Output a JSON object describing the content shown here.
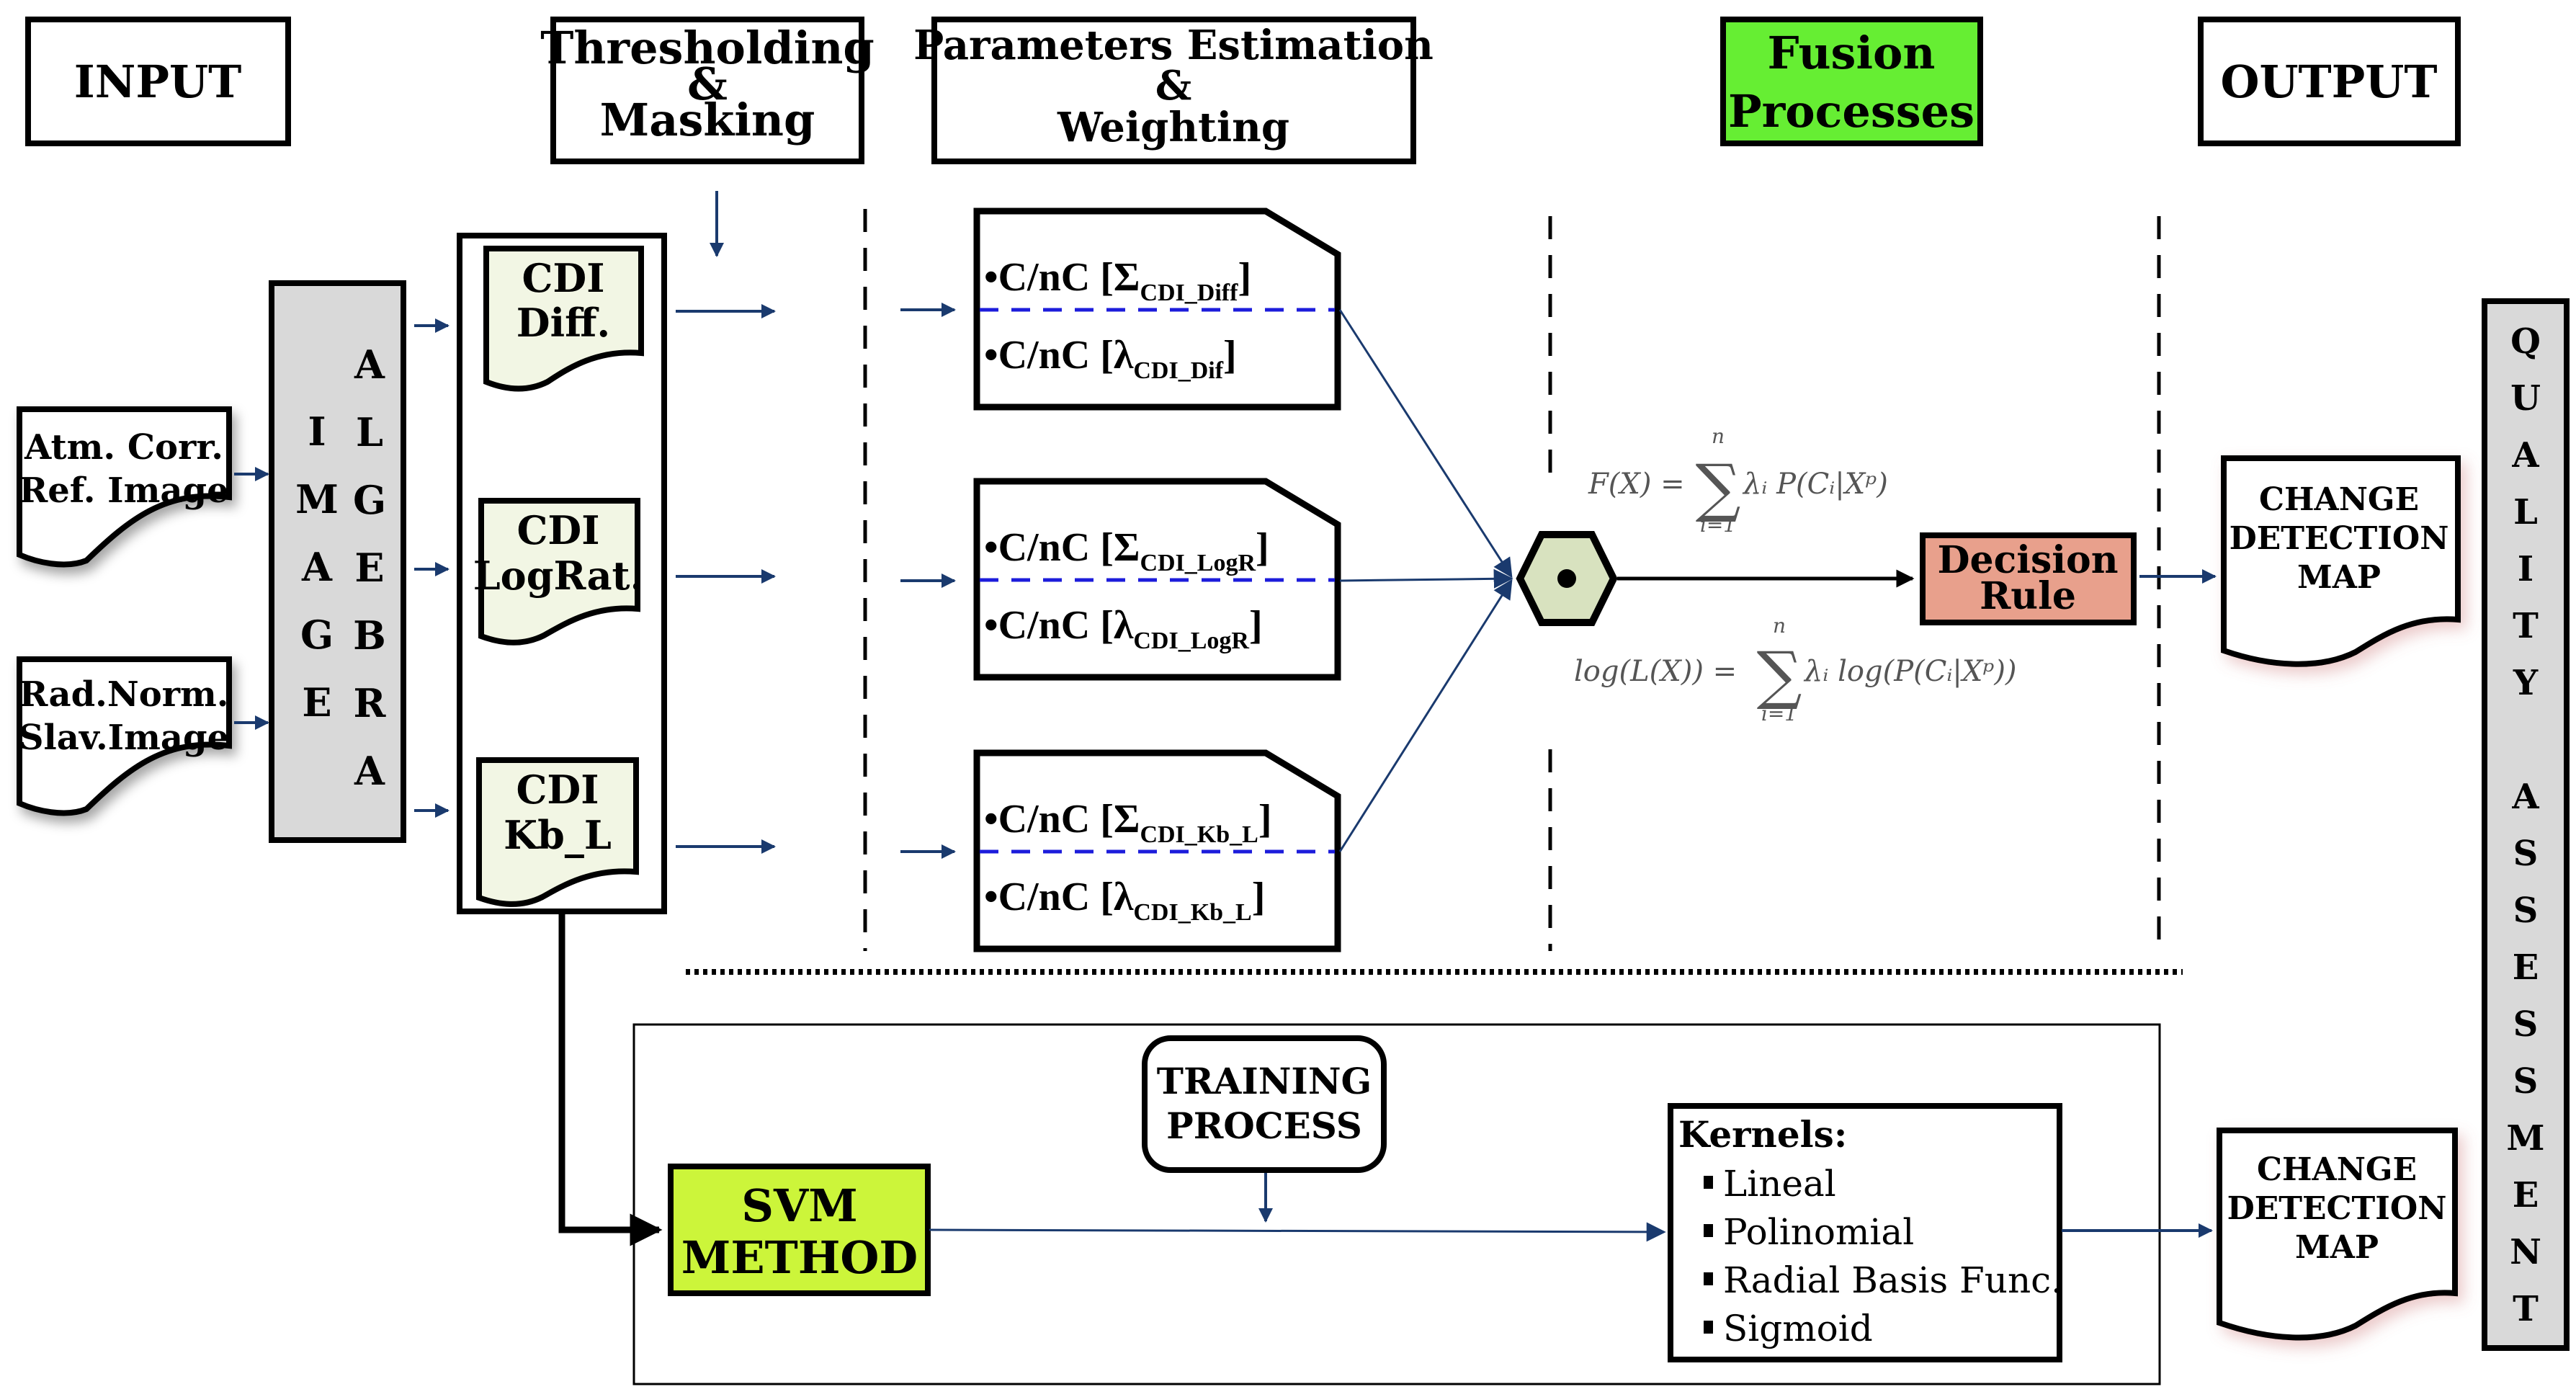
{
  "headers": {
    "input": "INPUT",
    "thresholding": [
      "Thresholding",
      "&",
      "Masking"
    ],
    "parameters": [
      "Parameters Estimation",
      "&",
      "Weighting"
    ],
    "fusion": [
      "Fusion",
      "Processes"
    ],
    "output": "OUTPUT"
  },
  "inputs": [
    {
      "lines": [
        "Atm. Corr.",
        "Ref. Image"
      ]
    },
    {
      "lines": [
        "Rad.Norm.",
        "Slav.Image"
      ]
    }
  ],
  "image_algebra": {
    "col1": [
      "I",
      "M",
      "A",
      "G",
      "E"
    ],
    "col2": [
      "A",
      "L",
      "G",
      "E",
      "B",
      "R",
      "A"
    ]
  },
  "cdi": [
    {
      "lines": [
        "CDI",
        "Diff."
      ]
    },
    {
      "lines": [
        "CDI",
        "LogRat."
      ]
    },
    {
      "lines": [
        "CDI",
        "Kb_L"
      ]
    }
  ],
  "params": [
    {
      "sigma_prefix": "•C/nC [Σ",
      "sigma_sub": "CDI_Diff",
      "lambda_prefix": "•C/nC [λ",
      "lambda_sub": "CDI_Dif",
      "close": "]"
    },
    {
      "sigma_prefix": "•C/nC [Σ",
      "sigma_sub": "CDI_LogR",
      "lambda_prefix": "•C/nC [λ",
      "lambda_sub": "CDI_LogR",
      "close": "]"
    },
    {
      "sigma_prefix": "•C/nC [Σ",
      "sigma_sub": "CDI_Kb_L",
      "lambda_prefix": "•C/nC [λ",
      "lambda_sub": "CDI_Kb_L",
      "close": "]"
    }
  ],
  "fusion": {
    "formula1_lhs": "F(X) =",
    "formula1_rhs": "λᵢ P(Cᵢ|Xᵖ)",
    "formula2_lhs": "log(L(X)) =",
    "formula2_rhs": "λᵢ log(P(Cᵢ|Xᵖ))",
    "sum_symbol": "∑",
    "sum_upper": "n",
    "sum_lower": "i=1",
    "decision_rule": [
      "Decision",
      "Rule"
    ]
  },
  "outputs": {
    "top_map": [
      "CHANGE",
      "DETECTION",
      "MAP"
    ],
    "bottom_map": [
      "CHANGE",
      "DETECTION",
      "MAP"
    ]
  },
  "quality_assessment": {
    "word1": [
      "Q",
      "U",
      "A",
      "L",
      "I",
      "T",
      "Y"
    ],
    "word2": [
      "A",
      "S",
      "S",
      "E",
      "S",
      "S",
      "M",
      "E",
      "N",
      "T"
    ]
  },
  "svm": {
    "method": [
      "SVM",
      "METHOD"
    ],
    "training": [
      "TRAINING",
      "PROCESS"
    ],
    "kernels_title": "Kernels:",
    "kernels": [
      "Lineal",
      "Polinomial",
      "Radial Basis Func.",
      "Sigmoid"
    ],
    "bullet": "▪"
  },
  "colors": {
    "fusion_green": "#66ee33",
    "svm_green": "#ccf53a",
    "decision_salmon": "#e8a08c",
    "hexagon_fill": "#d8e2bf",
    "algebra_gray": "#d9d9d9",
    "cdi_fill": "#f2f6e4",
    "arrow_blue": "#1a3a6e",
    "separator_blue": "#1c1cdb"
  }
}
